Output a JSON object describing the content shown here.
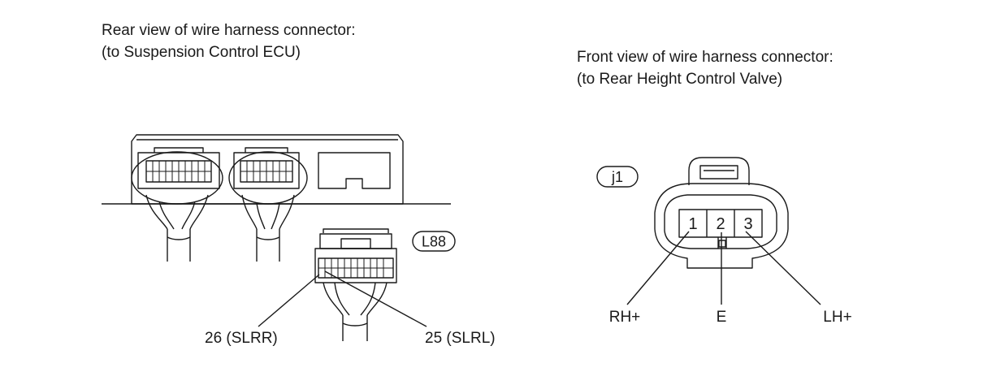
{
  "left": {
    "title_line1": "Rear view of wire harness connector:",
    "title_line2": "(to Suspension Control ECU)",
    "connector_code": "L88",
    "pin_26": "26 (SLRR)",
    "pin_25": "25 (SLRL)"
  },
  "right": {
    "title_line1": "Front view of wire harness connector:",
    "title_line2": "(to Rear Height Control Valve)",
    "connector_code": "j1",
    "pins": [
      "1",
      "2",
      "3"
    ],
    "pin_1_label": "RH+",
    "pin_2_label": "E",
    "pin_3_label": "LH+"
  }
}
